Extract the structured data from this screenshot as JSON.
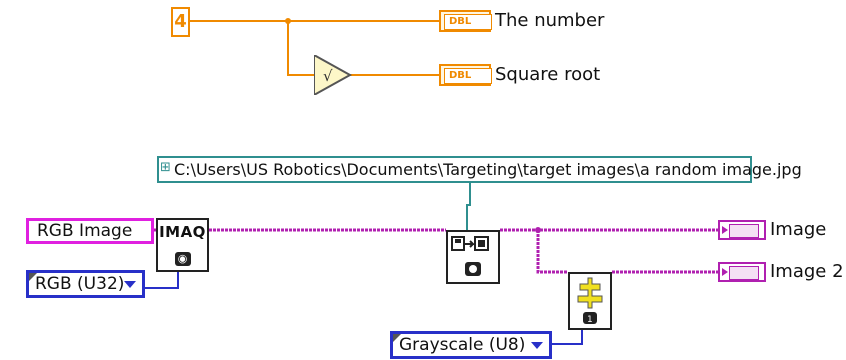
{
  "numeric_constant": {
    "value": "4"
  },
  "indicators": {
    "number": {
      "type_tag": "DBL",
      "label": "The number"
    },
    "sqrt": {
      "type_tag": "DBL",
      "label": "Square root"
    },
    "image1": {
      "label": "Image"
    },
    "image2": {
      "label": "Image 2"
    }
  },
  "functions": {
    "square_root_symbol": "√",
    "imaq_text": "IMAQ"
  },
  "path_constant": {
    "value": "C:\\Users\\US Robotics\\Documents\\Targeting\\target images\\a random image.jpg"
  },
  "image_constant": {
    "label": "RGB Image"
  },
  "enums": {
    "image_type": {
      "value": "RGB (U32)"
    },
    "grayscale_type": {
      "value": "Grayscale (U8)"
    }
  },
  "colors": {
    "numeric_wire": "#f08a00",
    "image_wire": "#b020b0",
    "path_wire": "#2f8f8f",
    "enum_wire": "#2830c8"
  }
}
